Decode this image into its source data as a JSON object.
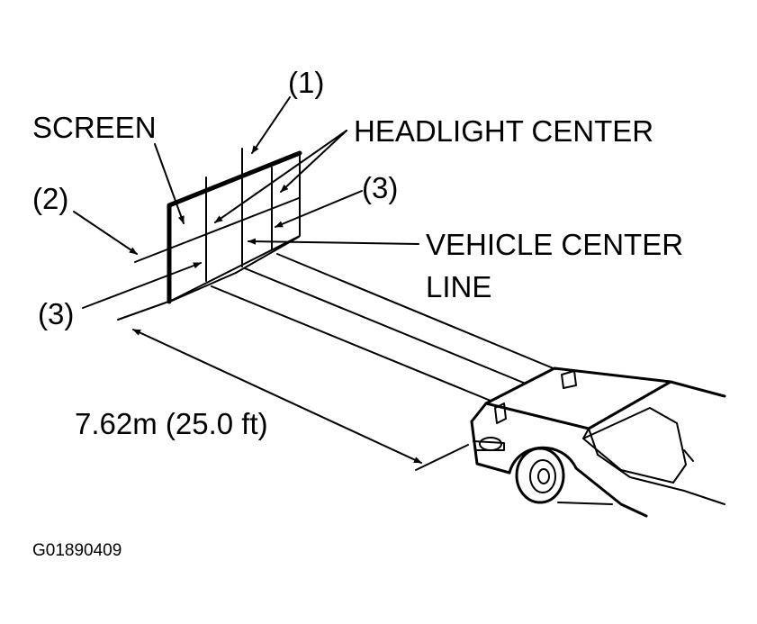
{
  "labels": {
    "callout_1": "(1)",
    "callout_2": "(2)",
    "callout_3_right": "(3)",
    "callout_3_left": "(3)",
    "screen": "SCREEN",
    "headlight_center": "HEADLIGHT CENTER",
    "vehicle_center_line_1": "VEHICLE CENTER",
    "vehicle_center_line_2": "LINE",
    "distance": "7.62m (25.0 ft)",
    "figure_code": "G01890409"
  },
  "icons": [
    "arrow-icon",
    "screen-shape",
    "vehicle-rear-illustration"
  ]
}
